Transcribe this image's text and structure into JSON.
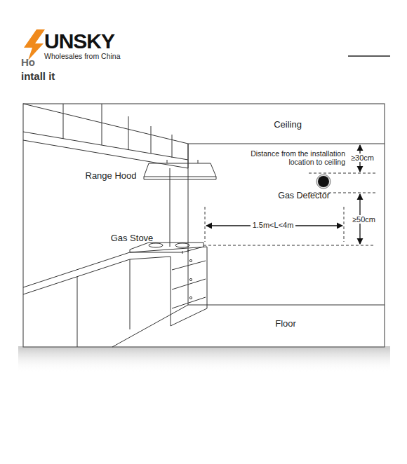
{
  "diagram": {
    "labels": [
      "UNSKY",
      "Wholesales from China",
      "Ho",
      "intall it",
      "Ceiling",
      "Range Hood",
      "Distance from the installation location to ceiling",
      "≥30cm",
      "Gas Detector",
      "1.5m<L<4m",
      "≥50cm",
      "Gas Stove",
      "Floor"
    ]
  }
}
